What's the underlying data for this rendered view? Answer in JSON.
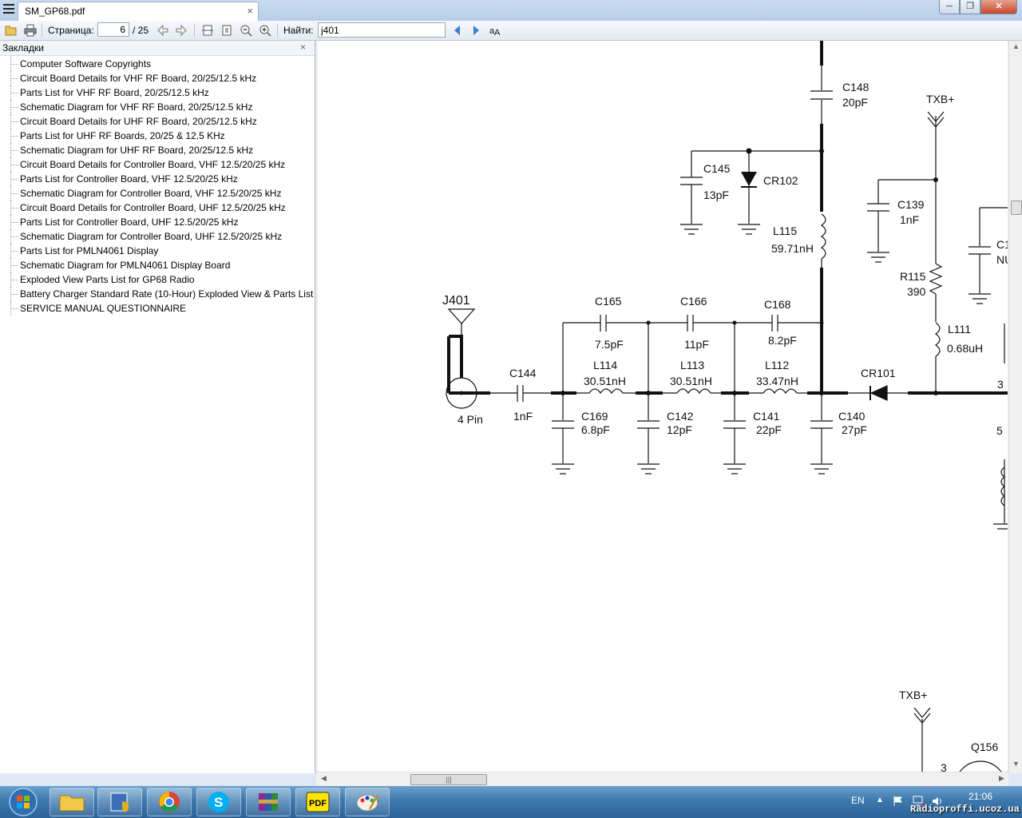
{
  "window": {
    "tab_title": "SM_GP68.pdf",
    "tab_close": "×",
    "min": "─",
    "max": "❐",
    "close": "✕"
  },
  "toolbar": {
    "page_label": "Страница:",
    "page_value": "6",
    "page_total": "/ 25",
    "find_label": "Найти:",
    "find_value": "j401"
  },
  "sidebar": {
    "title": "Закладки",
    "close": "×",
    "bookmarks": [
      "Computer Software Copyrights",
      "Circuit Board Details for VHF RF Board, 20/25/12.5 kHz",
      "Parts List for VHF RF Board, 20/25/12.5 kHz",
      "Schematic Diagram for VHF RF Board, 20/25/12.5 kHz",
      "Circuit Board Details for UHF RF Board, 20/25/12.5 kHz",
      "Parts List for UHF RF Boards, 20/25 & 12.5 KHz",
      "Schematic Diagram for UHF RF Board, 20/25/12.5 kHz",
      "Circuit Board Details for Controller Board, VHF 12.5/20/25 kHz",
      "Parts List for Controller Board, VHF 12.5/20/25 kHz",
      "Schematic Diagram for Controller Board, VHF 12.5/20/25 kHz",
      "Circuit Board Details for Controller Board, UHF 12.5/20/25 kHz",
      "Parts List for Controller Board, UHF 12.5/20/25 kHz",
      "Schematic Diagram for Controller Board, UHF 12.5/20/25 kHz",
      "Parts List for PMLN4061 Display",
      "Schematic Diagram for PMLN4061 Display Board",
      "Exploded View Parts List for GP68 Radio",
      "Battery Charger Standard Rate (10-Hour) Exploded View & Parts List",
      "SERVICE MANUAL QUESTIONNAIRE"
    ]
  },
  "schematic": {
    "C148": "C148",
    "C148_val": "20pF",
    "TXB1": "TXB+",
    "C145": "C145",
    "C145_val": "13pF",
    "CR102": "CR102",
    "C139": "C139",
    "C139_val": "1nF",
    "C1x": "C1",
    "NU": "NU",
    "L115": "L115",
    "L115_val": "59.71nH",
    "R115": "R115",
    "R115_val": "390",
    "J401": "J401",
    "J401_pin": "4 Pin",
    "C165": "C165",
    "C165_val": "7.5pF",
    "C166": "C166",
    "C166_val": "11pF",
    "C168": "C168",
    "C168_val": "8.2pF",
    "L111": "L111",
    "L111_val": "0.68uH",
    "C144": "C144",
    "C144_val": "1nF",
    "L114": "L114",
    "L114_val": "30.51nH",
    "L113": "L113",
    "L113_val": "30.51nH",
    "L112": "L112",
    "L112_val": "33.47nH",
    "CR101": "CR101",
    "pin3": "3",
    "pin5": "5",
    "C169": "C169",
    "C169_val": "6.8pF",
    "C142": "C142",
    "C142_val": "12pF",
    "C141": "C141",
    "C141_val": "22pF",
    "C140": "C140",
    "C140_val": "27pF",
    "TXB2": "TXB+",
    "Q156": "Q156",
    "pin3b": "3"
  },
  "taskbar": {
    "lang": "EN",
    "time": "21:06",
    "watermark": "Radioproffi.ucoz.ua",
    "apps": [
      "explorer-icon",
      "security-tool-icon",
      "chrome-icon",
      "skype-icon",
      "winrar-icon",
      "pdf-reader-icon",
      "paint-icon"
    ]
  }
}
